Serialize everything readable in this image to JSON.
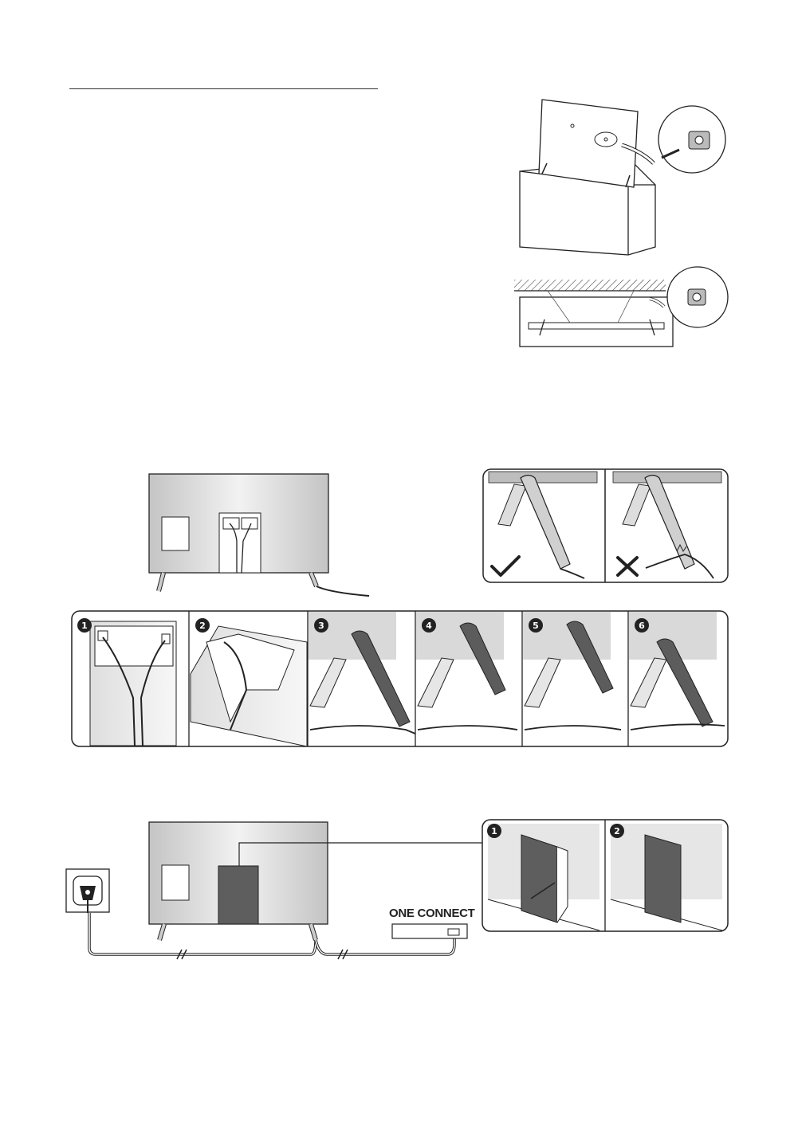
{
  "labels": {
    "one_connect": "ONE CONNECT"
  },
  "steps": {
    "cable_routing": [
      "1",
      "2",
      "3",
      "4",
      "5",
      "6"
    ],
    "cover": [
      "1",
      "2"
    ]
  },
  "icons": {
    "correct": "checkmark-icon",
    "incorrect": "cross-icon"
  },
  "colors": {
    "line": "#222222",
    "tv_panel": "#d4d4d4",
    "cover": "#5e5e5e",
    "frame_bg": "#ececec",
    "background": "#ffffff"
  }
}
